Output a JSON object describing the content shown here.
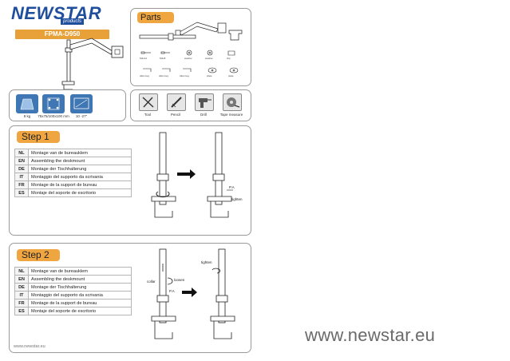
{
  "brand": {
    "name_a": "NEW",
    "name_b": "STAR",
    "sub": "products",
    "model": "FPMA-D950"
  },
  "parts": {
    "title": "Parts"
  },
  "specs": [
    {
      "icon": "weight-icon",
      "label": "8 kg"
    },
    {
      "icon": "vesa-icon",
      "label": "75x75/100x100 mm"
    },
    {
      "icon": "screen-size-icon",
      "label": "10 -27\""
    }
  ],
  "tools": [
    {
      "icon": "screwdriver-icon",
      "label": "Tool"
    },
    {
      "icon": "pencil-icon",
      "label": "Pencil"
    },
    {
      "icon": "drill-icon",
      "label": "Drill"
    },
    {
      "icon": "tape-measure-icon",
      "label": "Tape measure"
    }
  ],
  "step1": {
    "title": "Step 1",
    "rows": [
      {
        "code": "NL",
        "text": "Montage van de bureauklem"
      },
      {
        "code": "EN",
        "text": "Assembling the deskmount"
      },
      {
        "code": "DE",
        "text": "Montage der Tischhalterung"
      },
      {
        "code": "IT",
        "text": "Montaggio del supporto da scrivania"
      },
      {
        "code": "FR",
        "text": "Montage de la support de bureau"
      },
      {
        "code": "ES",
        "text": "Montaje del soporte de escritorio"
      }
    ],
    "labels": {
      "pa": "P.A",
      "tighten": "tighten"
    }
  },
  "step2": {
    "title": "Step 2",
    "rows": [
      {
        "code": "NL",
        "text": "Montage van de bureauklem"
      },
      {
        "code": "EN",
        "text": "Assembling the deskmount"
      },
      {
        "code": "DE",
        "text": "Montage der Tischhalterung"
      },
      {
        "code": "IT",
        "text": "Montaggio del supporto da scrivania"
      },
      {
        "code": "FR",
        "text": "Montage de la support de bureau"
      },
      {
        "code": "ES",
        "text": "Montaje del soporte de escritorio"
      }
    ],
    "labels": {
      "collar": "collar",
      "loosen": "loosen",
      "pa": "P.A",
      "tighten": "tighten"
    }
  },
  "footer": {
    "url_small": "www.newstar.eu",
    "url_big": "www.newstar.eu"
  }
}
